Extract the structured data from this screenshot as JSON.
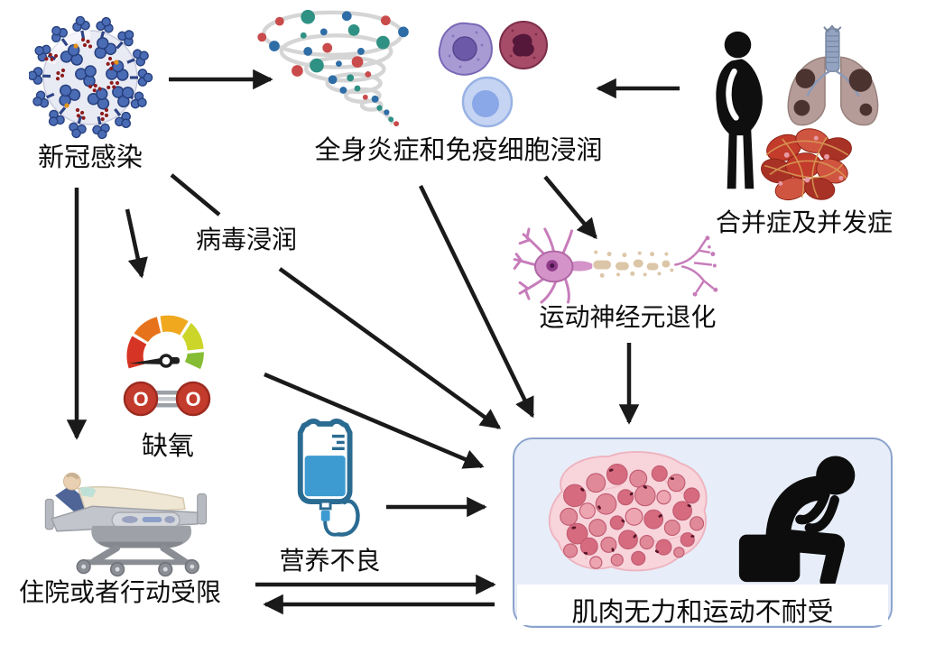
{
  "diagram": {
    "type": "pathway-diagram",
    "topic": "COVID-19 leading to muscle weakness and exercise intolerance",
    "labels": {
      "covid_infection": "新冠感染",
      "systemic_inflammation": "全身炎症和免疫细胞浸润",
      "comorbidities_complications": "合并症及并发症",
      "viral_infiltration": "病毒浸润",
      "motor_neuron_degeneration": "运动神经元退化",
      "hypoxia": "缺氧",
      "hospitalization_immobility": "住院或者行动受限",
      "malnutrition": "营养不良",
      "muscle_weakness_exercise_intolerance": "肌肉无力和运动不耐受"
    },
    "oxygen_molecule": {
      "atom1": "O",
      "atom2": "O"
    },
    "icons": [
      "coronavirus-icon",
      "cytokine-storm-icon",
      "immune-cells-icon",
      "obese-person-icon",
      "damaged-lungs-icon",
      "blood-clot-icon",
      "neuron-icon",
      "oxygen-gauge-icon",
      "hospital-bed-icon",
      "iv-bag-icon",
      "muscle-histology-icon",
      "fatigued-person-icon"
    ],
    "colors": {
      "arrow": "#1a1a1a",
      "outcome_box_fill": "#e7eef9",
      "outcome_box_border": "#8ba3cc",
      "virus_spike_blue": "#4a6cb5",
      "storm_teal": "#2f9183",
      "storm_red": "#c94b4b",
      "storm_blue": "#2e6da6",
      "neuron_pink": "#c77cba",
      "iv_bag_blue": "#3e9bd1",
      "gauge_red": "#d63424",
      "gauge_green": "#86bd35",
      "muscle_pink": "#f8d4db"
    }
  }
}
